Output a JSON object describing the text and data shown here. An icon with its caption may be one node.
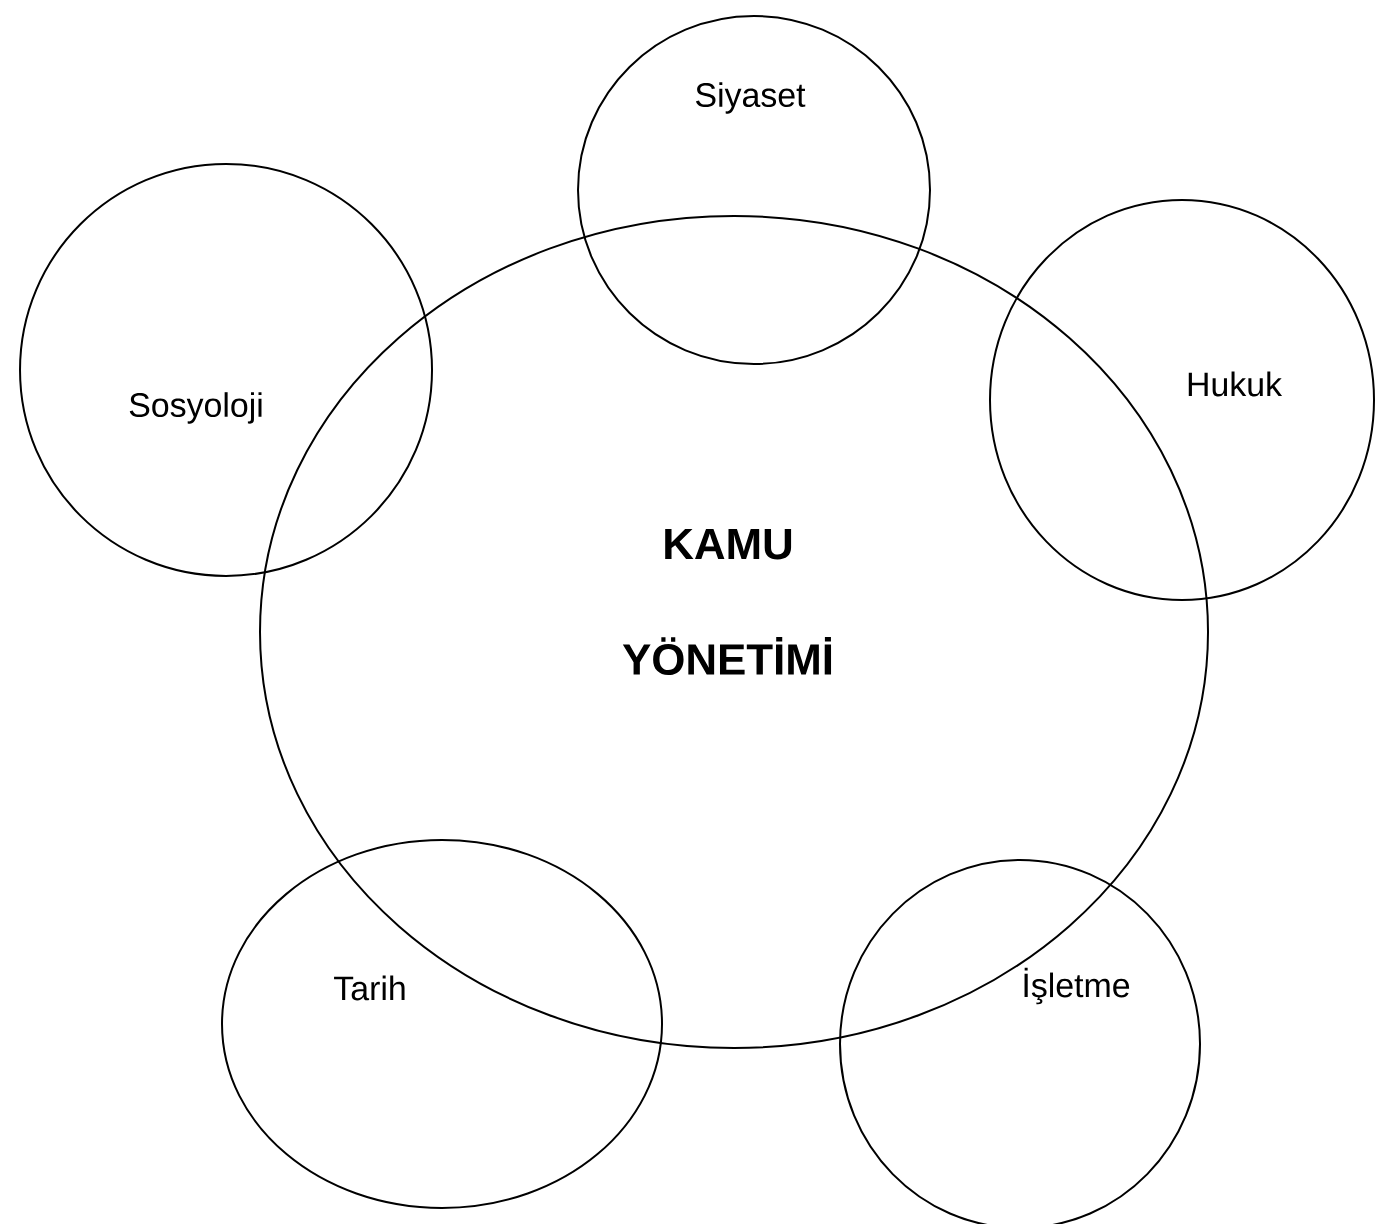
{
  "diagram": {
    "nodes": [
      {
        "text": [
          "Siyaset"
        ]
      },
      {
        "text": [
          "Sosyoloji"
        ]
      },
      {
        "text": [
          "KAMU YÖNETİMİ"
        ]
      },
      {
        "text": [
          "Hukuk"
        ]
      },
      {
        "text": [
          "Tarih"
        ]
      },
      {
        "text": [
          "İşletme"
        ]
      }
    ]
  }
}
